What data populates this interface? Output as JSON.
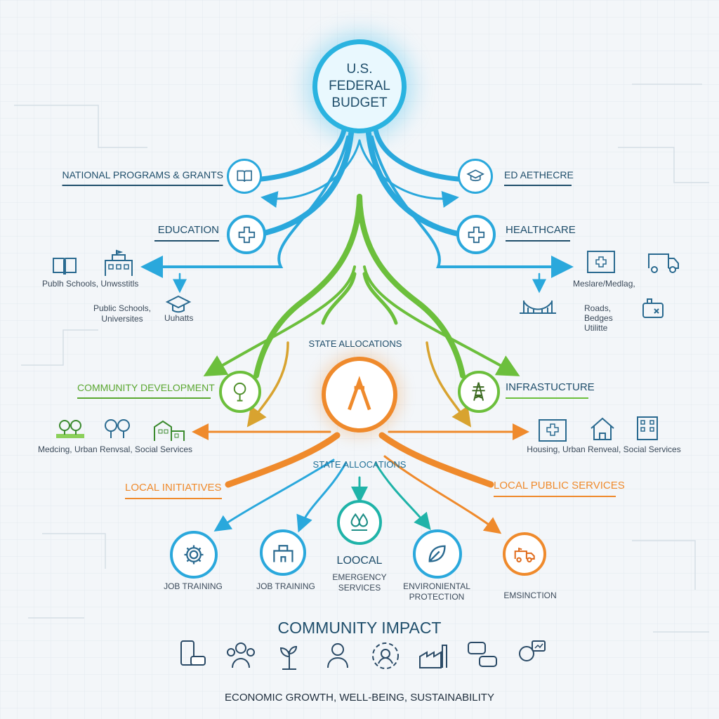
{
  "root": {
    "line1": "U.S.",
    "line2": "FEDERAL",
    "line3": "BUDGET"
  },
  "federal_tier": {
    "left_top": "NATIONAL PROGRAMS & GRANTS",
    "left_mid": "EDUCATION",
    "right_top": "ED  AETHECRE",
    "right_mid": "HEALTHCARE",
    "left_detail": "Publh Schools, Unwsstitls",
    "left_detail2_l1": "Public Schools,",
    "left_detail2_l2": "Universites",
    "left_detail3": "Uuhatts",
    "right_detail": "Meslare/Medlag,",
    "right_detail2_l1": "Roads,",
    "right_detail2_l2": "Bedges",
    "right_detail2_l3": "Utilitte"
  },
  "state_tier": {
    "label_top": "STATE ALLOCATIONS",
    "left": "COMMUNITY DEVELOPMENT",
    "right": "INFRASTUCTURE",
    "left_services": "Medcing, Urban Renvsal, Social Services",
    "right_services": "Housing, Urban Renveal, Social Services",
    "label_bottom": "STATE ALLOCATIONS"
  },
  "local_tier": {
    "left": "LOCAL INITIATIVES",
    "right": "LOCAL PUBLIC SERVICES",
    "center_title": "LOOCAL",
    "items": [
      {
        "line1": "JOB TRAINING",
        "line2": ""
      },
      {
        "line1": "JOB TRAINING",
        "line2": ""
      },
      {
        "line1": "EMERGENCY",
        "line2": "SERVICES"
      },
      {
        "line1": "ENVIRONIENTAL",
        "line2": "PROTECTION"
      },
      {
        "line1": "EMSINCTION",
        "line2": ""
      }
    ]
  },
  "impact": {
    "title": "COMMUNITY IMPACT",
    "subtitle": "ECONOMIC GROWTH, WELL-BEING, SUSTAINABILITY"
  },
  "colors": {
    "blue": "#2aa8dc",
    "green": "#6cbf3c",
    "orange": "#ef8a2c",
    "teal": "#1fb3a8",
    "navy": "#1f4e6b"
  },
  "icons": {
    "national": "open-book-icon",
    "education": "medical-cross-icon",
    "ed_aethecre": "graduation-cap-icon",
    "healthcare": "medical-cross-icon",
    "community": "tree-icon",
    "infrastructure": "power-tower-icon",
    "state_center": "arch-icon",
    "local": [
      "gear-icon",
      "school-building-icon",
      "water-drops-icon",
      "leaf-icon",
      "fire-truck-icon"
    ]
  }
}
